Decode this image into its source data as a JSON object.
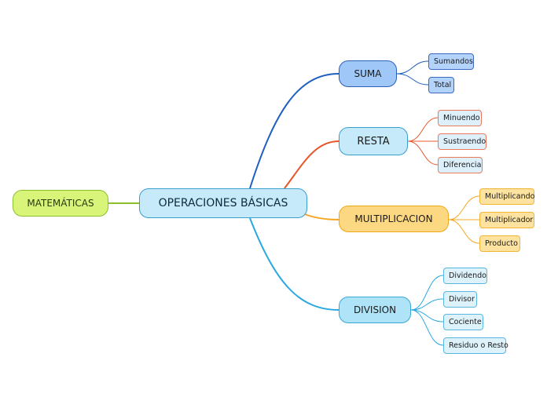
{
  "central": {
    "label": "OPERACIONES BÁSICAS"
  },
  "left": {
    "label": "MATEMÁTICAS"
  },
  "branches": {
    "suma": {
      "label": "SUMA",
      "color": "#1f5fbf",
      "children": [
        "Sumandos",
        "Total"
      ]
    },
    "resta": {
      "label": "RESTA",
      "color": "#e8552a",
      "children": [
        "Minuendo",
        "Sustraendo",
        "Diferencia"
      ]
    },
    "multiplicacion": {
      "label": "MULTIPLICACION",
      "color": "#f5a623",
      "children": [
        "Multiplicando",
        "Multiplicador",
        "Producto"
      ]
    },
    "division": {
      "label": "DIVISION",
      "color": "#29a8e0",
      "children": [
        "Dividendo",
        "Divisor",
        "Cociente",
        "Residuo o Resto"
      ]
    }
  },
  "colors": {
    "left_link": "#8cc02a"
  }
}
